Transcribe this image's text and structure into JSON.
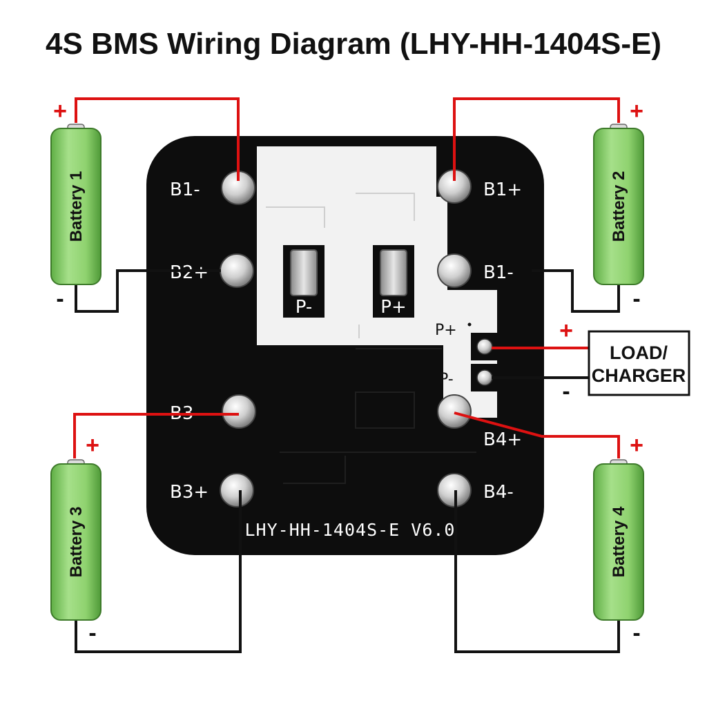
{
  "title": "4S BMS Wiring Diagram (LHY-HH-1404S-E)",
  "board": {
    "model_text": "LHY-HH-1404S-E V6.0",
    "pads": {
      "b1_minus_left": "B1-",
      "b1_plus": "B1+",
      "b2_plus": "B2+",
      "b1_minus_right": "B1-",
      "b3_minus": "B3-",
      "b4_plus": "B4+",
      "b3_plus": "B3+",
      "b4_minus": "B4-"
    },
    "mosfet_labels": {
      "left": "P-",
      "right": "P+"
    },
    "output_pins": {
      "plus": "P+",
      "minus": "P-"
    }
  },
  "batteries": [
    {
      "label": "Battery 1",
      "plus": "+",
      "minus": "-"
    },
    {
      "label": "Battery 2",
      "plus": "+",
      "minus": "-"
    },
    {
      "label": "Battery 3",
      "plus": "+",
      "minus": "-"
    },
    {
      "label": "Battery 4",
      "plus": "+",
      "minus": "-"
    }
  ],
  "load": {
    "line1": "LOAD/",
    "line2": "CHARGER",
    "plus": "+",
    "minus": "-"
  },
  "colors": {
    "positive_wire": "#dd1111",
    "negative_wire": "#111111",
    "board": "#0d0d0d",
    "silkscreen": "#f2f2f2",
    "battery": "#8fd26f"
  }
}
